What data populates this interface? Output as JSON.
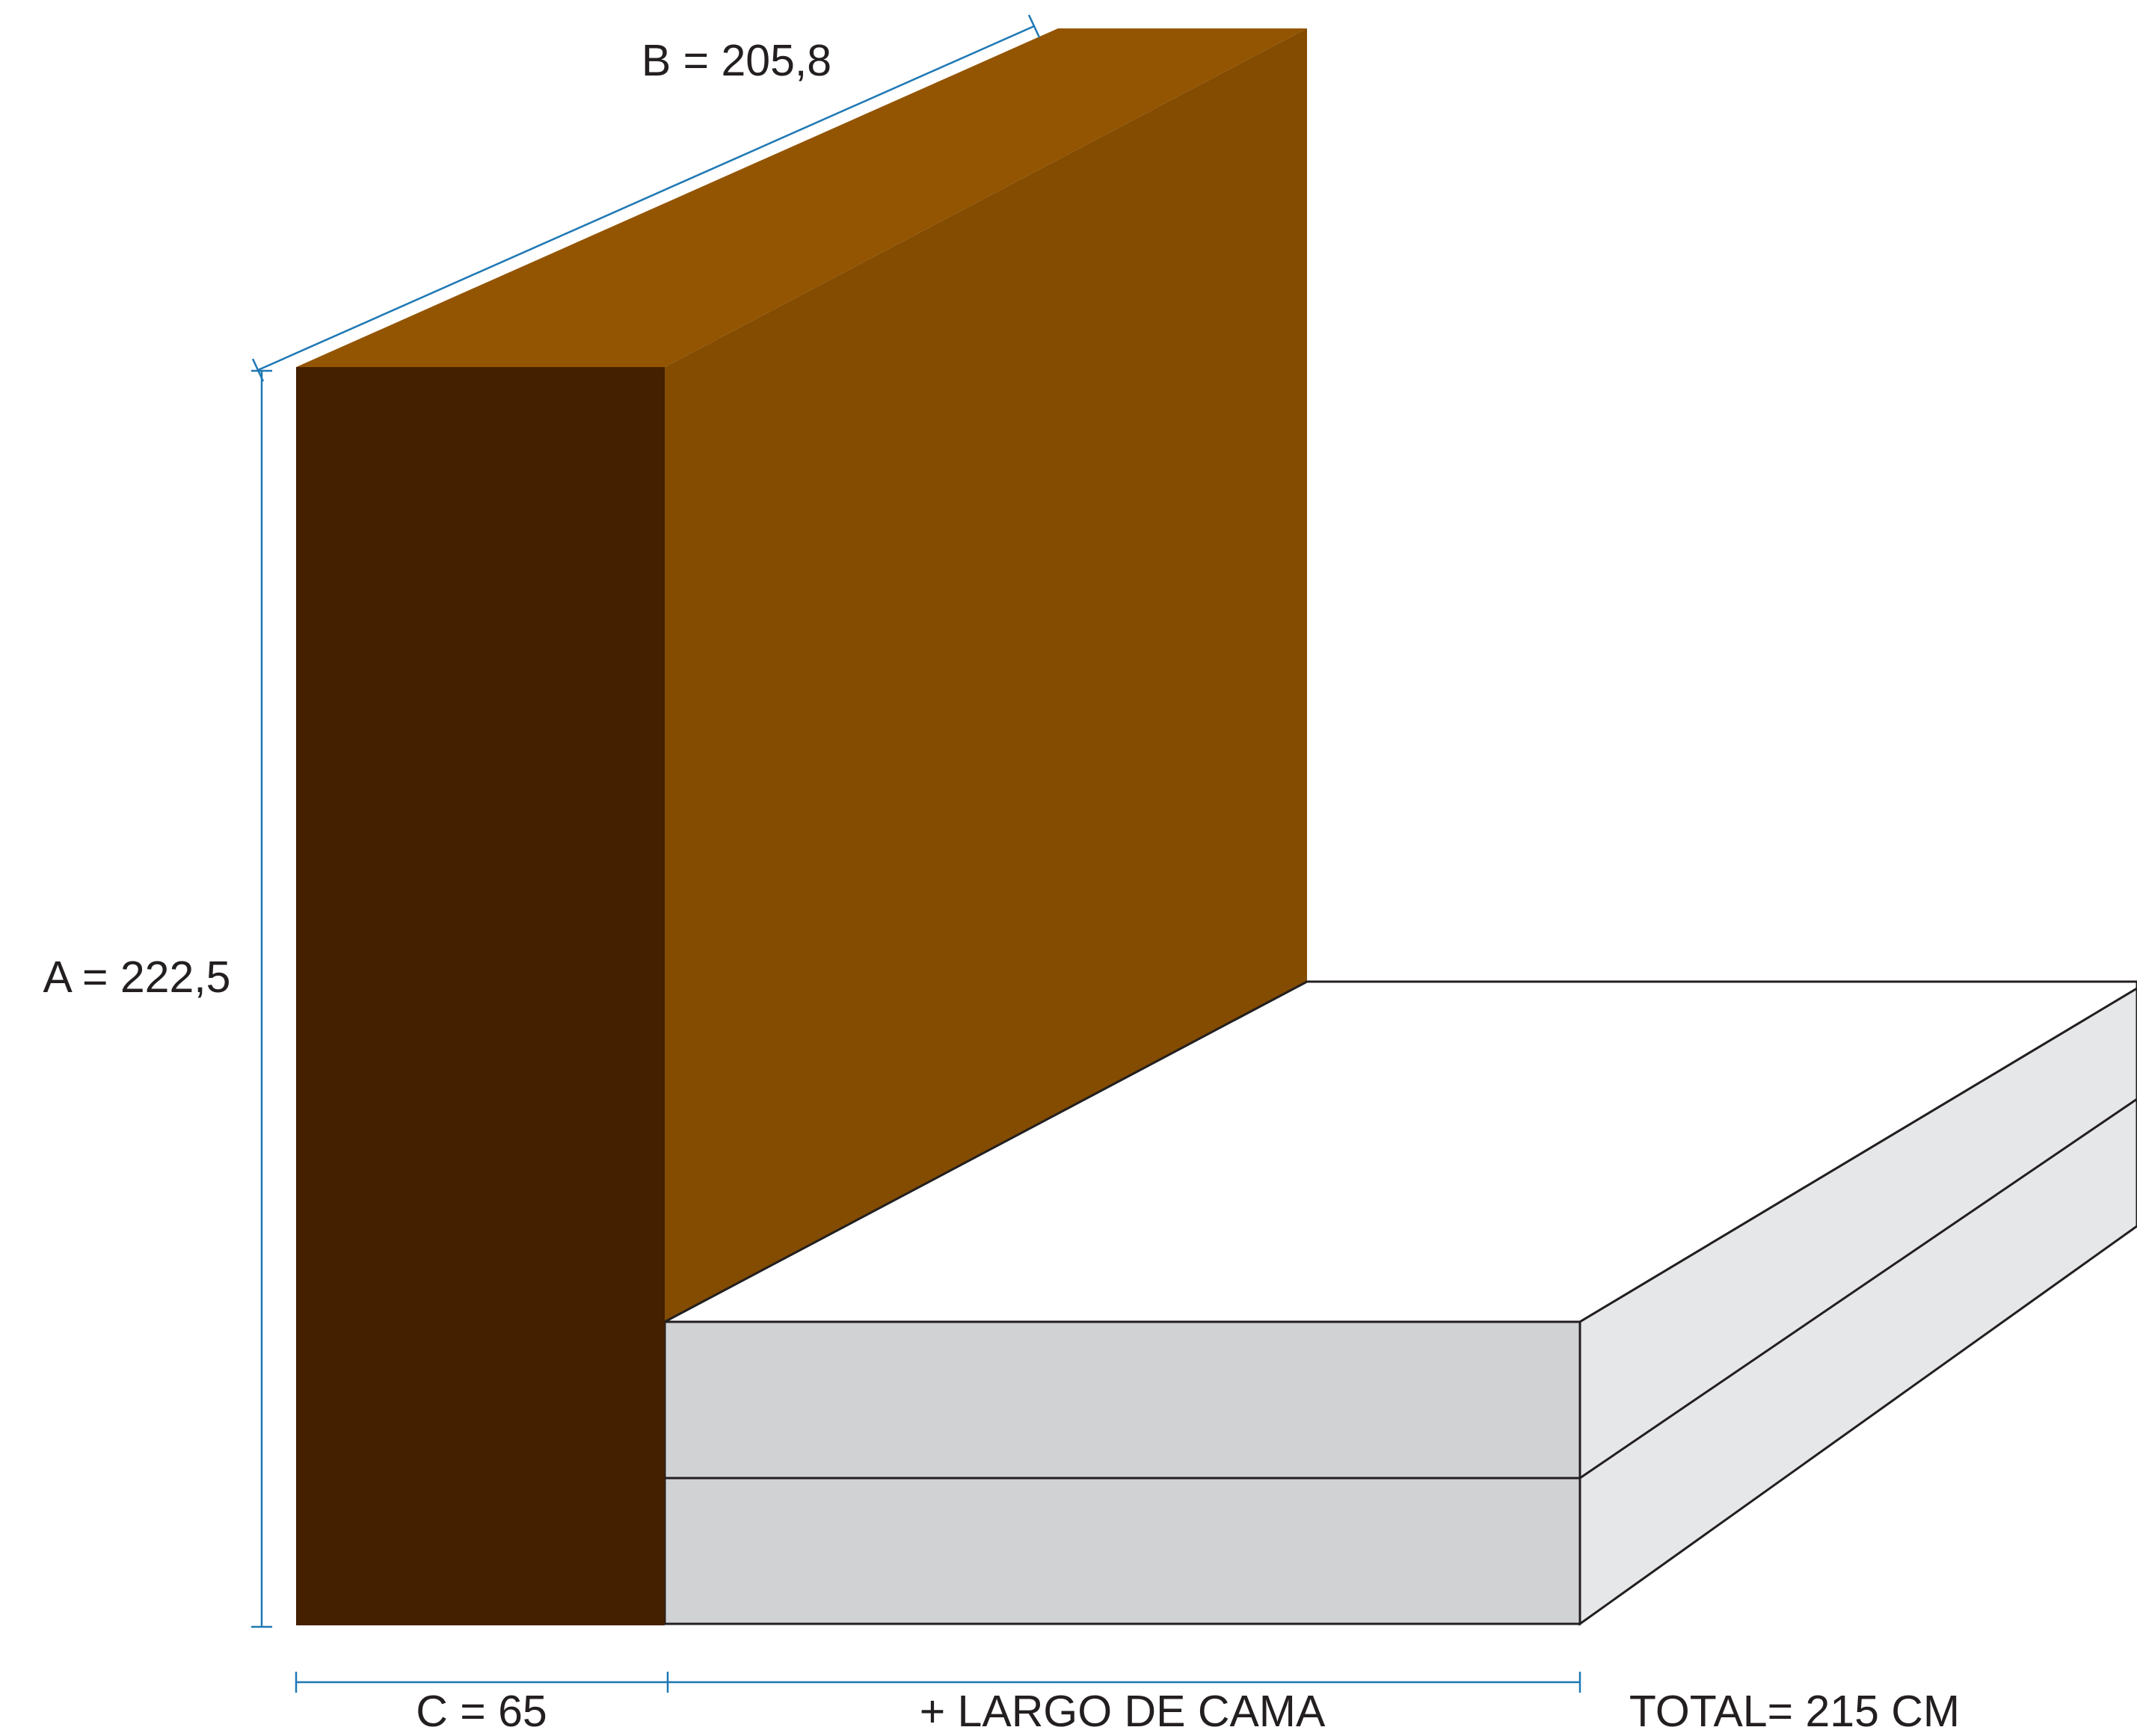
{
  "labels": {
    "dim_b": "B = 205,8",
    "dim_a": "A = 222,5",
    "dim_c": "C = 65",
    "bed_length": "+ LARGO DE CAMA",
    "total": "TOTAL= 215 CM"
  },
  "colors": {
    "headboard_top": "#935502",
    "headboard_side": "#834c01",
    "headboard_front": "#442001",
    "mattress_top": "#ffffff",
    "mattress_front": "#d1d2d4",
    "mattress_side": "#e6e7e9",
    "outline": "#231f20",
    "dimension_line": "#1e78b4"
  }
}
